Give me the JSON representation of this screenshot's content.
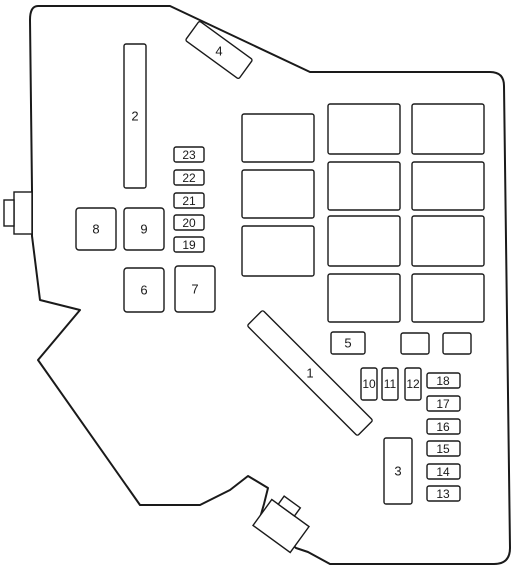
{
  "fuse_labels": {
    "f1": "1",
    "f2": "2",
    "f3": "3",
    "f4": "4",
    "f5": "5",
    "f6": "6",
    "f7": "7",
    "f8": "8",
    "f9": "9",
    "f10": "10",
    "f11": "11",
    "f12": "12",
    "f13": "13",
    "f14": "14",
    "f15": "15",
    "f16": "16",
    "f17": "17",
    "f18": "18",
    "f19": "19",
    "f20": "20",
    "f21": "21",
    "f22": "22",
    "f23": "23"
  }
}
